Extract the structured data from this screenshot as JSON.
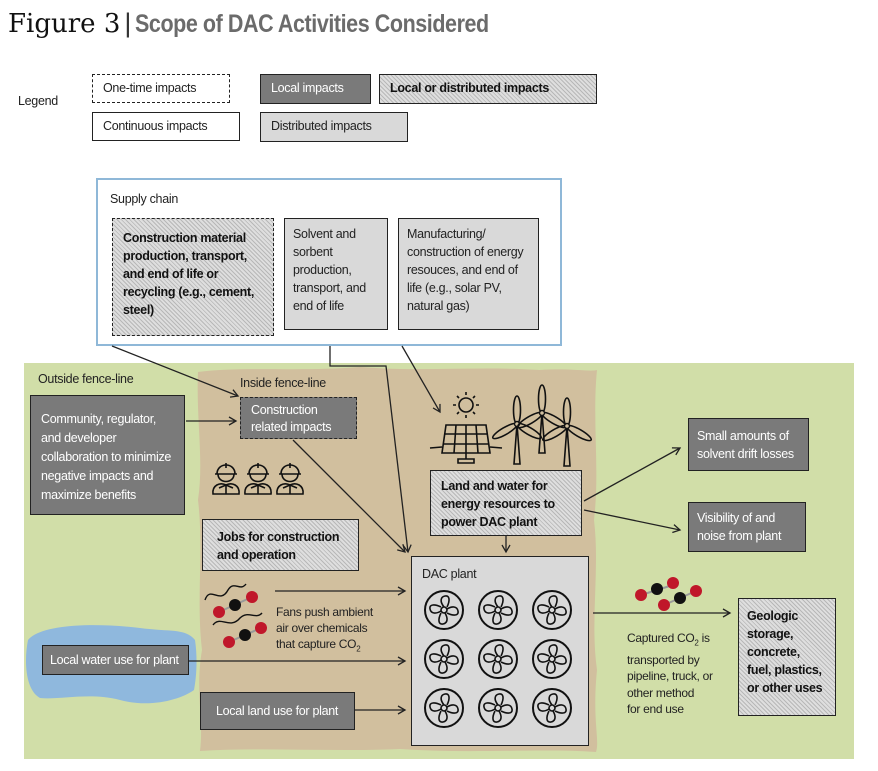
{
  "title": {
    "figure_label": "Figure 3",
    "separator": "|",
    "name": "Scope of DAC Activities Considered"
  },
  "legend": {
    "label": "Legend",
    "items": [
      {
        "label": "One-time impacts",
        "style": "dashed-white"
      },
      {
        "label": "Continuous impacts",
        "style": "solid-white"
      },
      {
        "label": "Local impacts",
        "style": "dark-gray"
      },
      {
        "label": "Distributed impacts",
        "style": "light-gray"
      },
      {
        "label": "Local or distributed impacts",
        "style": "hatched"
      }
    ]
  },
  "supply_chain": {
    "label": "Supply chain",
    "items": [
      {
        "text": "Construction material production, transport, and end of life or recycling (e.g., cement, steel)",
        "style": "hatched-dashed"
      },
      {
        "text": "Solvent and sorbent production, transport, and end of life",
        "style": "light-gray"
      },
      {
        "text": "Manufacturing/ construction of energy resouces, and end of life (e.g., solar PV, natural gas)",
        "style": "light-gray"
      }
    ]
  },
  "regions": {
    "outside": "Outside fence-line",
    "inside": "Inside fence-line"
  },
  "boxes": {
    "community": "Community, regulator, and developer collaboration to minimize negative impacts and maximize benefits",
    "construction_impacts": "Construction related impacts",
    "jobs": "Jobs for construction and operation",
    "land_water_energy": "Land and water for energy resources to power DAC plant",
    "solvent_drift": "Small amounts of solvent drift losses",
    "visibility": "Visibility of and noise from plant",
    "dac_plant": "DAC plant",
    "water_use": "Local water use for plant",
    "land_use": "Local land use for plant",
    "end_use": "Geologic storage, concrete, fuel, plastics, or other uses"
  },
  "annotations": {
    "fans_text_1": "Fans push ambient",
    "fans_text_2": "air over chemicals",
    "fans_text_3": "that capture CO",
    "fans_sub": "2",
    "transport_1": "Captured CO",
    "transport_sub": "2",
    "transport_1b": " is",
    "transport_2": "transported by",
    "transport_3": "pipeline, truck, or",
    "transport_4": "other method",
    "transport_5": "for end use"
  },
  "icons": [
    "worker-icon",
    "solar-panel-icon",
    "sun-icon",
    "wind-turbine-icon",
    "fan-icon",
    "co2-molecule-icon"
  ],
  "colors": {
    "outside_region": "#d1dea8",
    "inside_region": "#d1bf9e",
    "water": "#8fb8dd",
    "supply_chain_border": "#8fb8d8",
    "local_dark": "#7a7a7a",
    "distributed_light": "#d9d9d9",
    "oxygen_red": "#c0172a",
    "carbon_black": "#111111"
  }
}
